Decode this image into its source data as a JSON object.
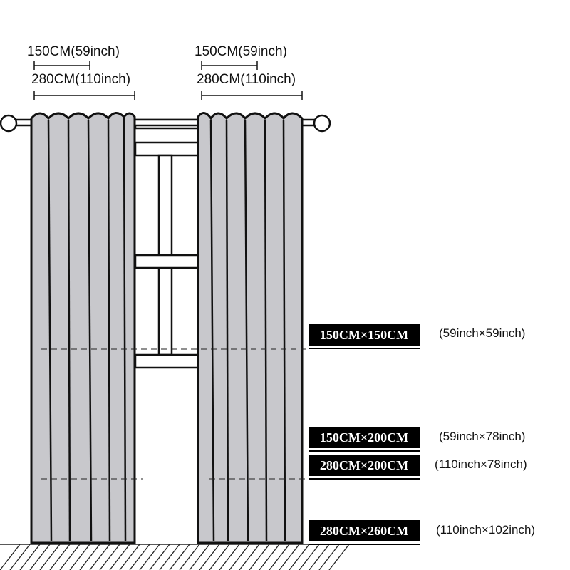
{
  "widths": {
    "left": [
      "150CM(59inch)",
      "280CM(110inch)"
    ],
    "right": [
      "150CM(59inch)",
      "280CM(110inch)"
    ]
  },
  "sizes": [
    {
      "cm": "150CM×150CM",
      "inch": "(59inch×59inch)"
    },
    {
      "cm": "150CM×200CM",
      "inch": "(59inch×78inch)"
    },
    {
      "cm": "280CM×200CM",
      "inch": "(110inch×78inch)"
    },
    {
      "cm": "280CM×260CM",
      "inch": "(110inch×102inch)"
    }
  ],
  "colors": {
    "curtain": "#c8c8cc",
    "outline": "#111111",
    "label_bg": "#000000",
    "label_text": "#ffffff"
  }
}
